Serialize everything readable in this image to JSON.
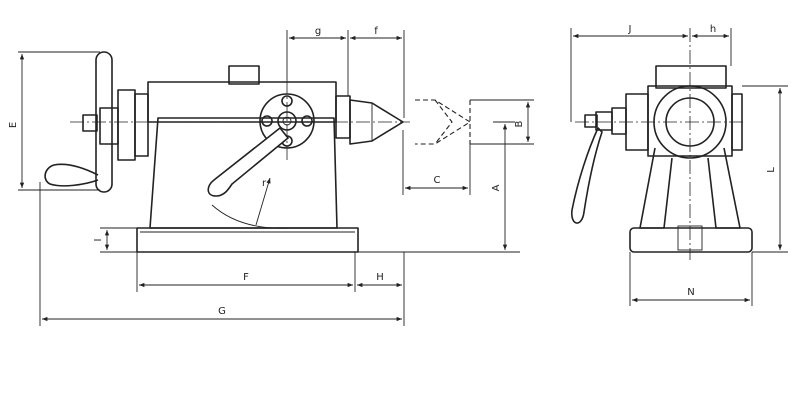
{
  "dimensions": {
    "g": "g",
    "f": "f",
    "E": "E",
    "B": "B",
    "C": "C",
    "A": "A",
    "I": "I",
    "r": "r",
    "F": "F",
    "H": "H",
    "G": "G",
    "J": "J",
    "h": "h",
    "L": "L",
    "N": "N"
  }
}
